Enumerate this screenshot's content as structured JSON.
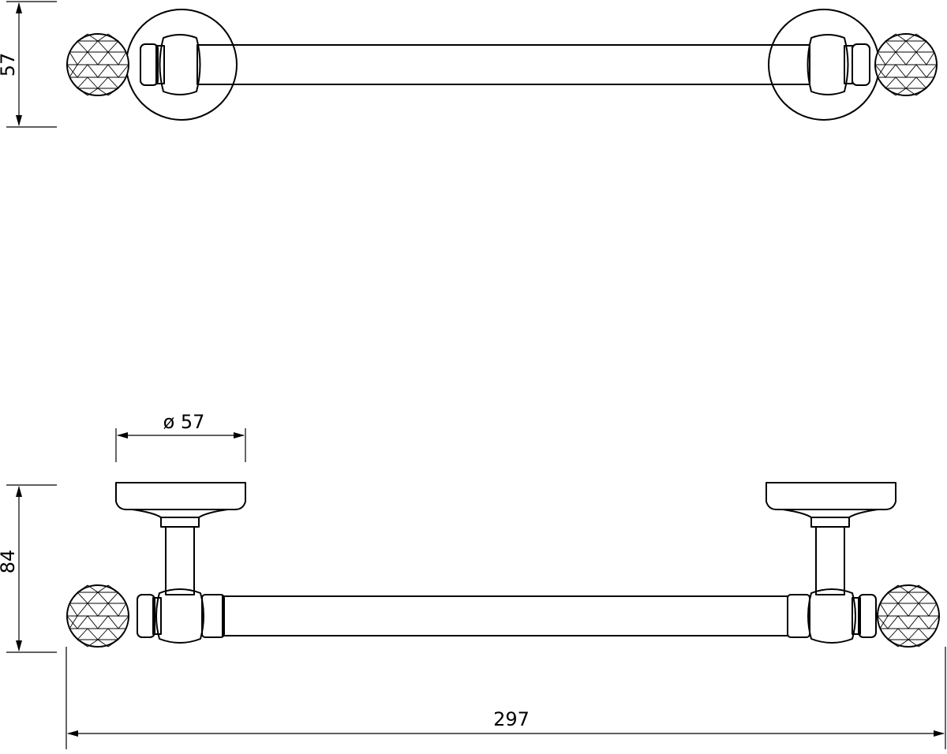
{
  "dimensions": {
    "top_height": "57",
    "flange_diameter": "ø 57",
    "projection": "84",
    "overall_length": "297"
  }
}
